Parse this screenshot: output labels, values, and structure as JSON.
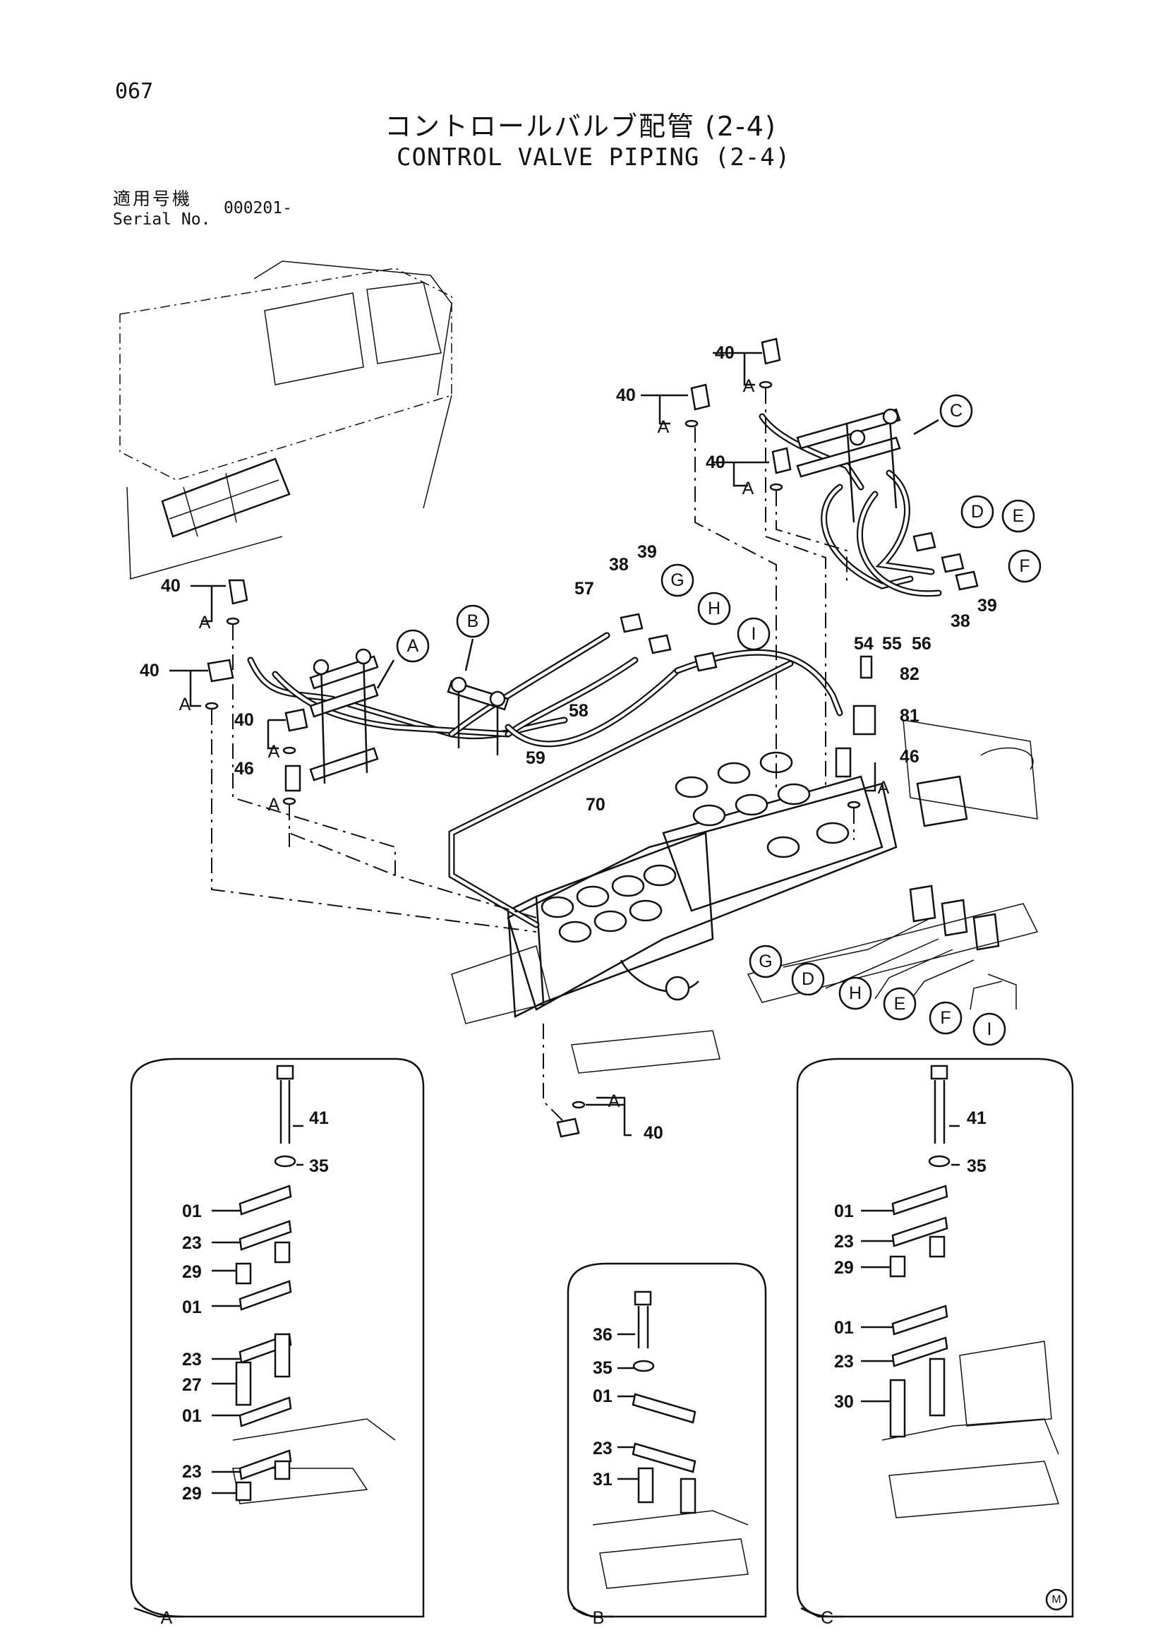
{
  "header": {
    "page_number": "067",
    "title_ja": "コントロールバルブ配管 (2-4)",
    "title_en": "CONTROL VALVE PIPING (2-4)",
    "serial_label_ja": "適用号機",
    "serial_label_en": "Serial No.",
    "serial_value": "000201-"
  },
  "callouts": {
    "A": "A",
    "B": "B",
    "C": "C",
    "D": "D",
    "E": "E",
    "F": "F",
    "G": "G",
    "H": "H",
    "I": "I"
  },
  "part_numbers": {
    "p01": "01",
    "p23": "23",
    "p27": "27",
    "p29": "29",
    "p30": "30",
    "p31": "31",
    "p35": "35",
    "p36": "36",
    "p38": "38",
    "p39": "39",
    "p40": "40",
    "p41": "41",
    "p46": "46",
    "p54": "54",
    "p55": "55",
    "p56": "56",
    "p57": "57",
    "p58": "58",
    "p59": "59",
    "p70": "70",
    "p81": "81",
    "p82": "82"
  },
  "detail_boxes": {
    "A": "A",
    "B": "B",
    "C": "C"
  },
  "footer_mark": "M"
}
